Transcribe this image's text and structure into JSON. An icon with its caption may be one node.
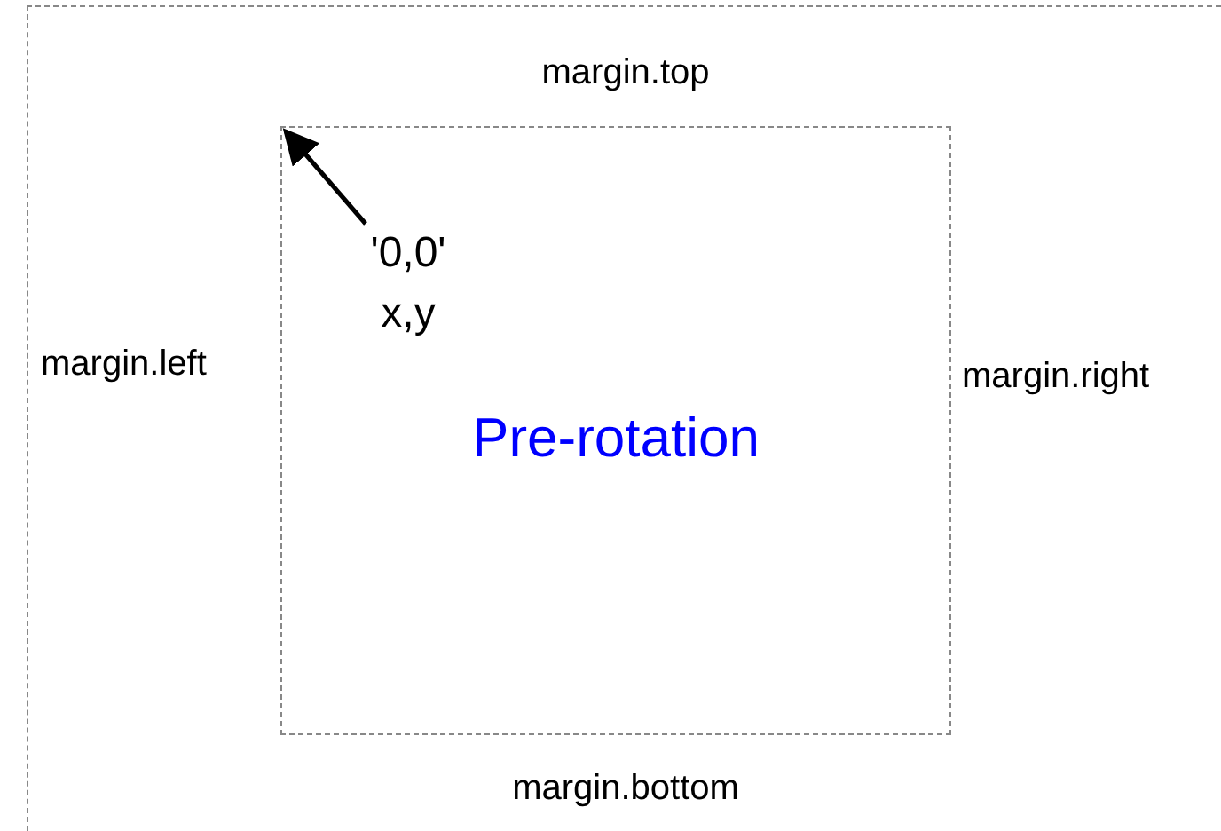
{
  "diagram": {
    "nodes": [
      {
        "text": [
          "margin.top",
          "margin.left",
          "margin.right",
          "margin.bottom"
        ]
      },
      {
        "text": [
          "Pre-rotation"
        ],
        "in": 0
      },
      {
        "text": [
          "'0,0'",
          "x,y"
        ],
        "in": 1
      }
    ],
    "edges": [
      {
        "from": 2,
        "to": 1,
        "arrow": "to"
      }
    ]
  }
}
